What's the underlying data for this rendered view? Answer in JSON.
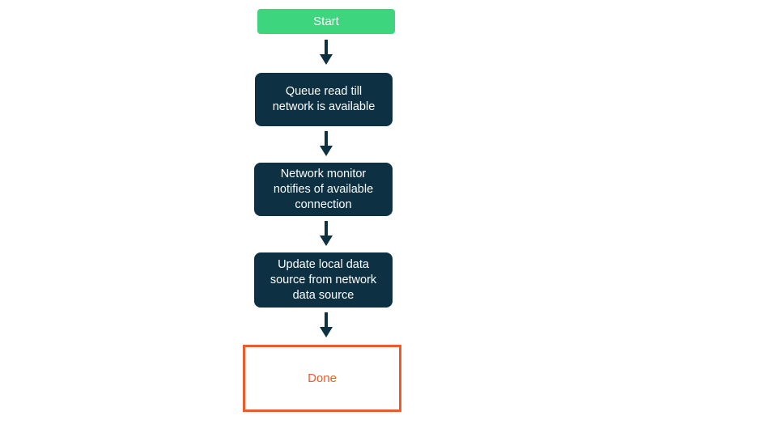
{
  "diagram": {
    "type": "flowchart",
    "direction": "top-down",
    "nodes": [
      {
        "id": "start",
        "kind": "start",
        "label": "Start"
      },
      {
        "id": "queue",
        "kind": "process",
        "label": "Queue read till\nnetwork is available"
      },
      {
        "id": "monitor",
        "kind": "process",
        "label": "Network monitor\nnotifies of available\nconnection"
      },
      {
        "id": "update",
        "kind": "process",
        "label": "Update local data\nsource from network\ndata source"
      },
      {
        "id": "done",
        "kind": "end",
        "label": "Done"
      }
    ],
    "edges": [
      {
        "from": "start",
        "to": "queue"
      },
      {
        "from": "queue",
        "to": "monitor"
      },
      {
        "from": "monitor",
        "to": "update"
      },
      {
        "from": "update",
        "to": "done"
      }
    ],
    "colors": {
      "canvas_bg": "#ffffff",
      "start_bg": "#3ed57f",
      "process_bg": "#0d3042",
      "end_border": "#f05a28",
      "end_text": "#f05a28",
      "arrow": "#0d3042",
      "text_light": "#ffffff"
    }
  }
}
